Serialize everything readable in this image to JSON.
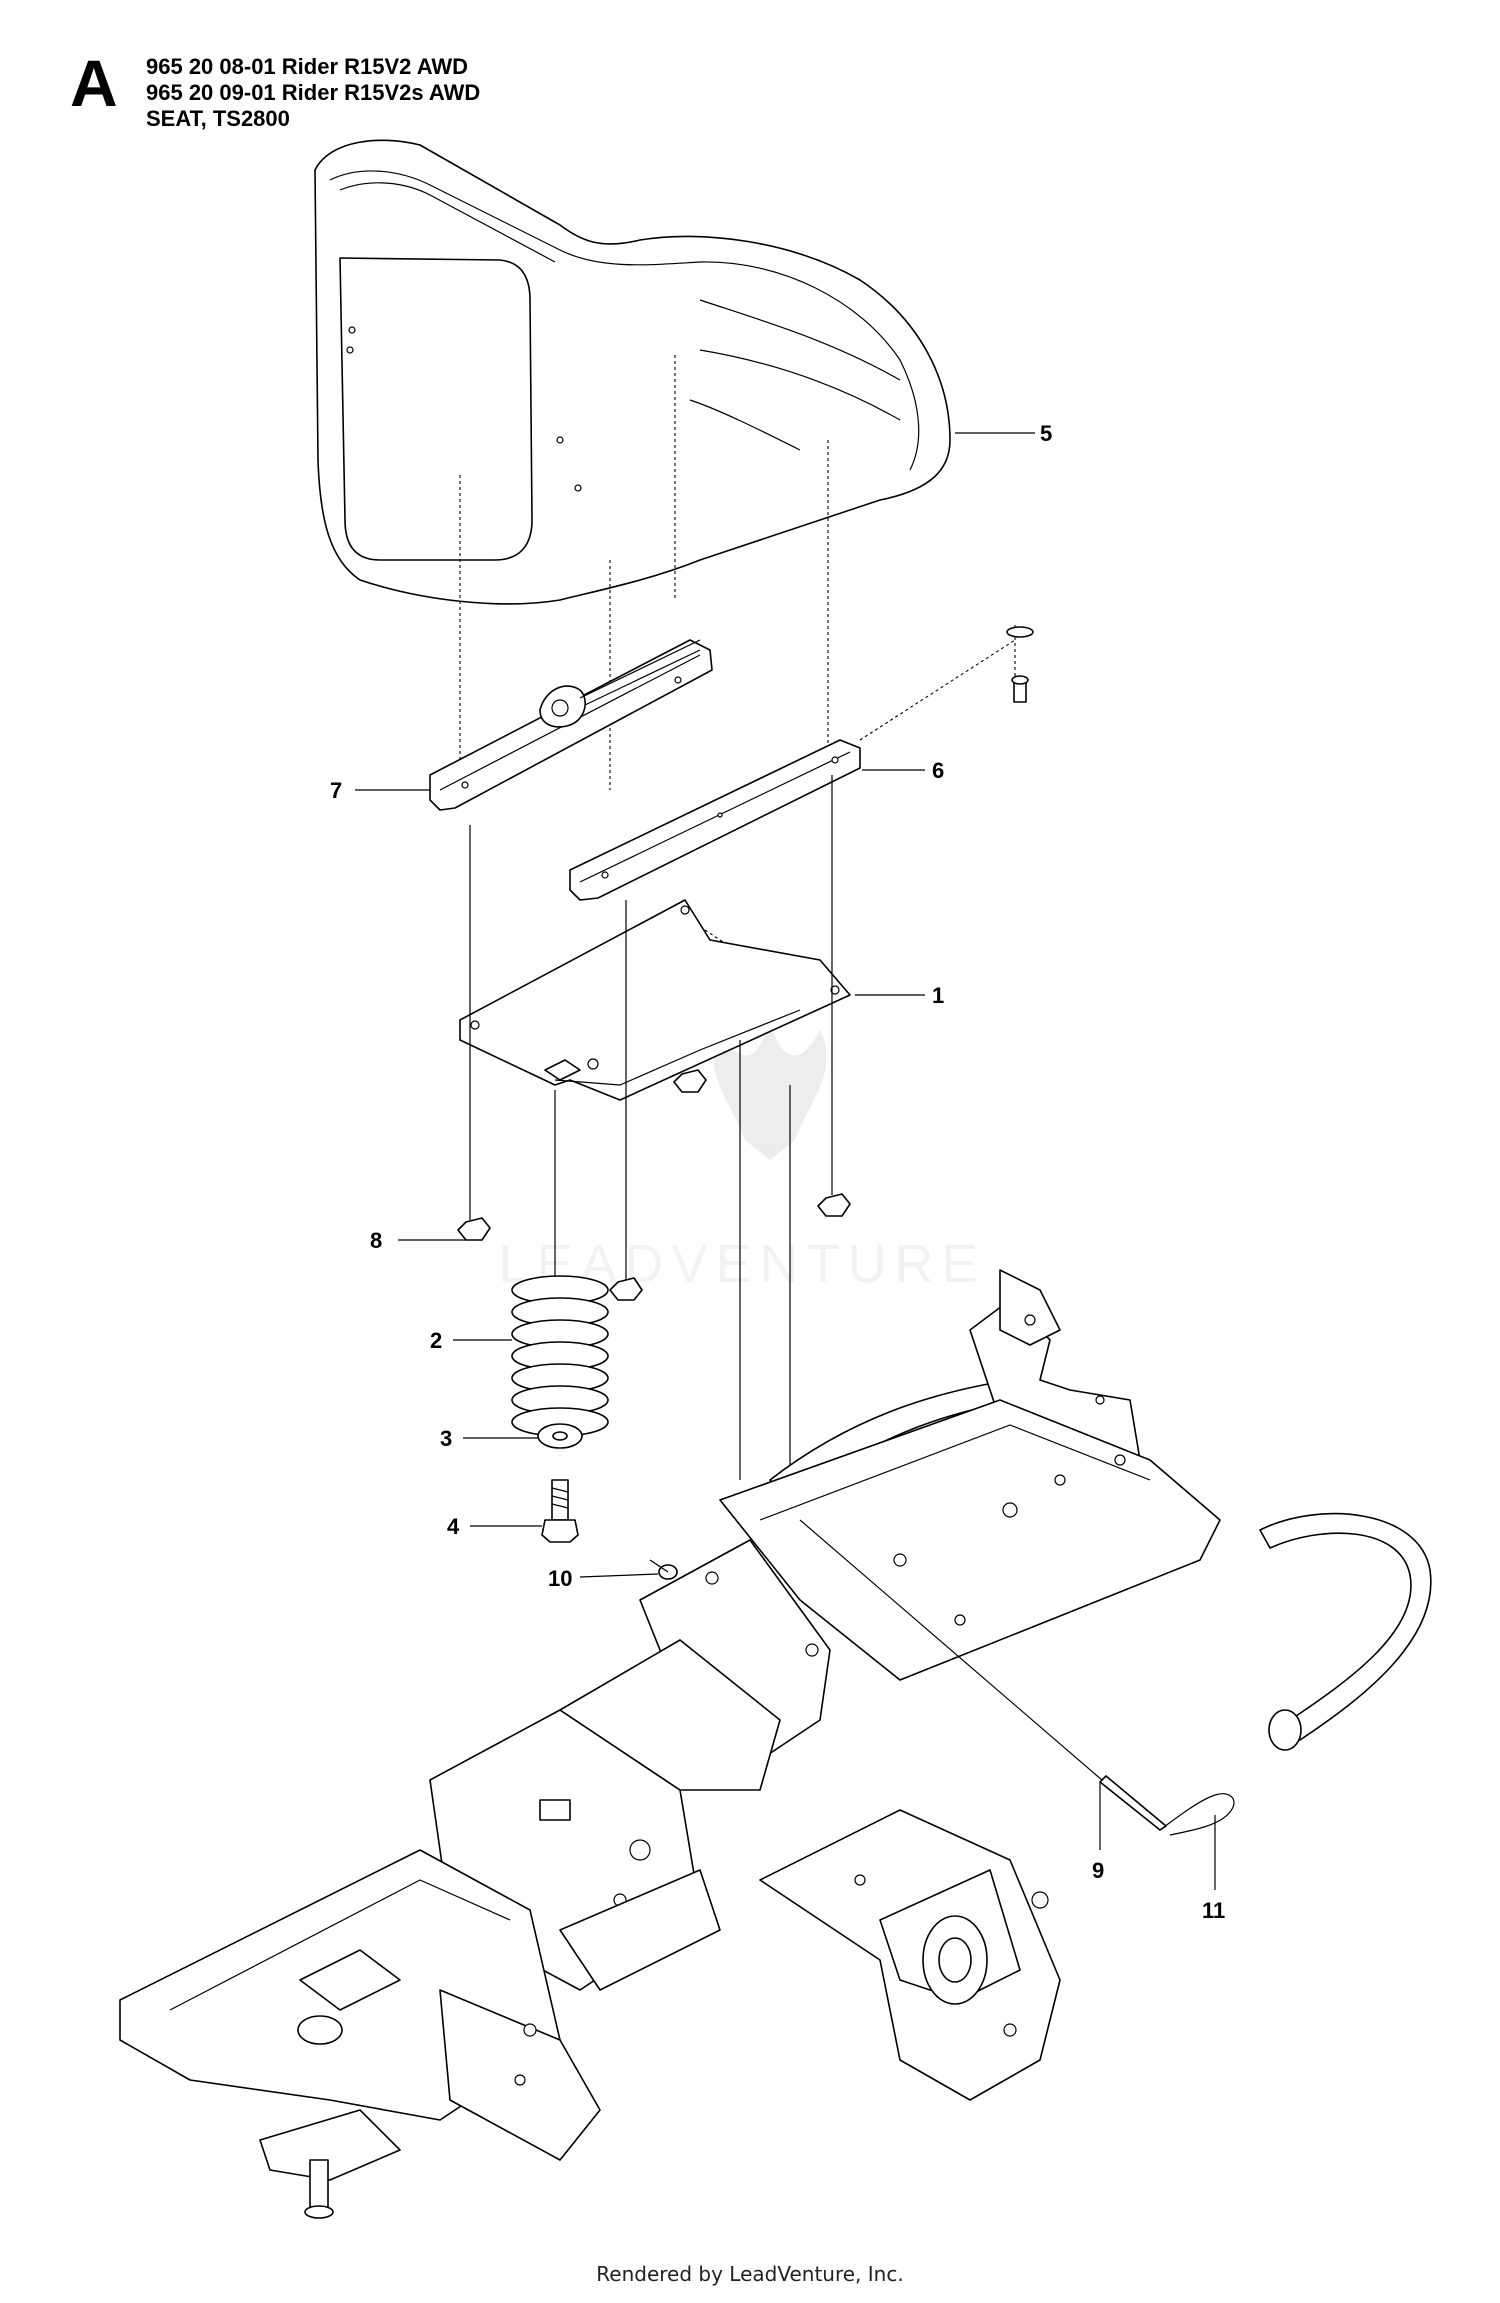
{
  "header": {
    "section_letter": "A",
    "lines": [
      "965 20 08-01 Rider R15V2 AWD",
      "965 20 09-01 Rider R15V2s AWD",
      "SEAT, TS2800"
    ]
  },
  "callouts": [
    "1",
    "2",
    "3",
    "4",
    "5",
    "6",
    "7",
    "8",
    "9",
    "10",
    "11"
  ],
  "watermark": "LEADVENTURE",
  "footer": "Rendered by LeadVenture, Inc."
}
